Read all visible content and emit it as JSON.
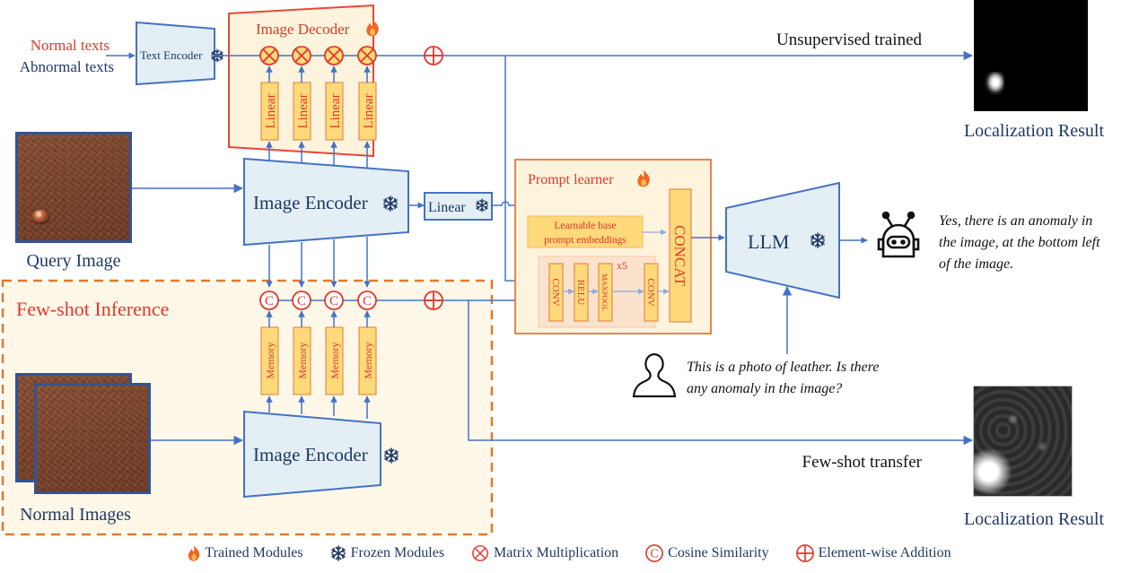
{
  "inputs": {
    "normal_texts": "Normal texts",
    "abnormal_texts": "Abnormal texts",
    "query_image_label": "Query Image",
    "normal_images_label": "Normal Images"
  },
  "modules": {
    "text_encoder": "Text Encoder",
    "image_decoder": "Image Decoder",
    "image_encoder_top": "Image Encoder",
    "image_encoder_bottom": "Image Encoder",
    "linear_proj": "Linear",
    "linear_blocks": [
      "Linear",
      "Linear",
      "Linear",
      "Linear"
    ],
    "memory_blocks": [
      "Memory",
      "Memory",
      "Memory",
      "Memory"
    ],
    "prompt_learner": "Prompt learner",
    "learnable_prompt": [
      "Learnable base",
      "prompt embeddings"
    ],
    "conv1": "CONV",
    "relu": "RELU",
    "maxpool": "MAXPOOL",
    "repeat": "x5",
    "conv2": "CONV",
    "concat": "CONCAT",
    "llm": "LLM",
    "few_shot_inference": "Few-shot Inference"
  },
  "outputs": {
    "unsupervised_label": "Unsupervised trained",
    "few_shot_label": "Few-shot transfer",
    "localization_top": "Localization Result",
    "localization_bottom": "Localization Result",
    "bot_response": [
      "Yes, there is an anomaly in",
      "the image, at the bottom left",
      "of the image."
    ],
    "user_prompt": [
      "This is a photo of leather. Is there",
      "any anomaly in the image?"
    ]
  },
  "legend": [
    {
      "icon": "fire-icon",
      "label": "Trained Modules"
    },
    {
      "icon": "snowflake-icon",
      "label": "Frozen Modules"
    },
    {
      "icon": "matrix-multiplication-icon",
      "label": "Matrix Multiplication"
    },
    {
      "icon": "cosine-similarity-icon",
      "label": "Cosine Similarity"
    },
    {
      "icon": "element-wise-addition-icon",
      "label": "Element-wise Addition"
    }
  ],
  "colors": {
    "arrow": "#4472c4",
    "module_fill": "#e3eff5",
    "module_stroke": "#4472c4",
    "trained_fill": "#fef3dd",
    "trained_stroke": "#e8473a",
    "block_fill": "#ffd97a",
    "block_text": "#e0382c",
    "prompt_stroke": "#e07b39",
    "fewshot_fill": "#fff8e8",
    "fewshot_stroke": "#df7a30",
    "dark_text": "#1f3864",
    "red_text": "#e0382c"
  }
}
